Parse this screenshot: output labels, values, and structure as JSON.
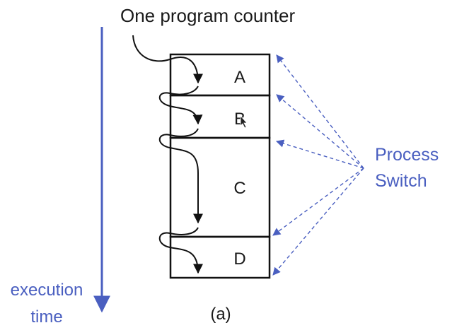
{
  "title": "One program counter",
  "caption": "(a)",
  "axis_label_line1": "execution",
  "axis_label_line2": "time",
  "switch_label_line1": "Process",
  "switch_label_line2": "Switch",
  "processes": [
    "A",
    "B",
    "C",
    "D"
  ],
  "colors": {
    "box_stroke": "#111111",
    "flow_arrow": "#111111",
    "accent_blue": "#4a5fc0"
  },
  "icons": [
    "pointer-cursor-icon"
  ]
}
